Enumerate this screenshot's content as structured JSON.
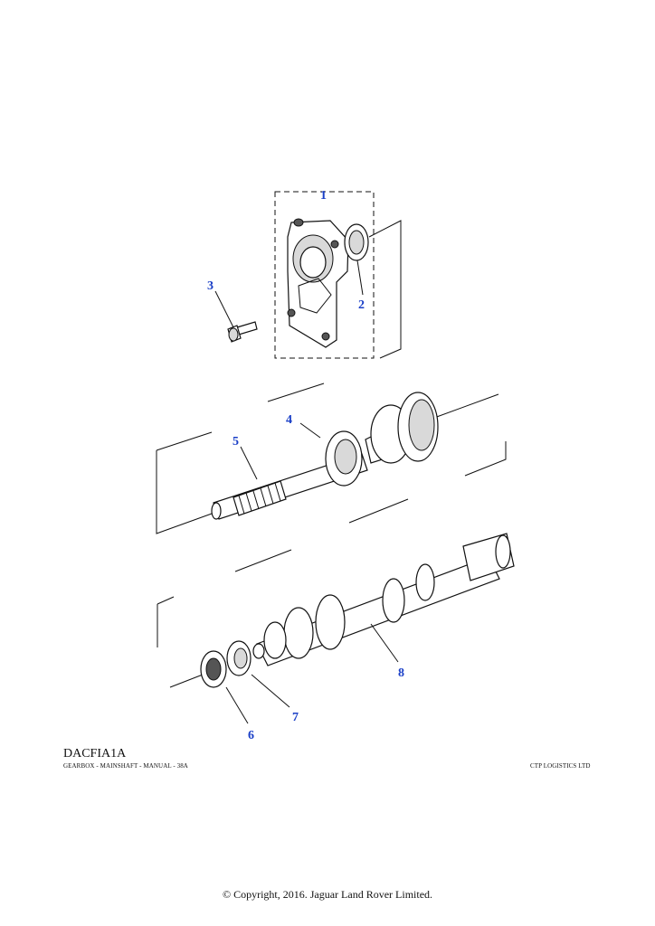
{
  "diagram": {
    "callouts": [
      "1",
      "2",
      "3",
      "4",
      "5",
      "6",
      "7",
      "8"
    ],
    "code": "DACFIA1A",
    "caption_left": "GEARBOX - MAINSHAFT - MANUAL - 38A",
    "caption_right": "CTP LOGISTICS LTD",
    "copyright": "© Copyright, 2016. Jaguar Land Rover Limited."
  },
  "colors": {
    "callout": "#1a3fc7",
    "line": "#111111"
  }
}
